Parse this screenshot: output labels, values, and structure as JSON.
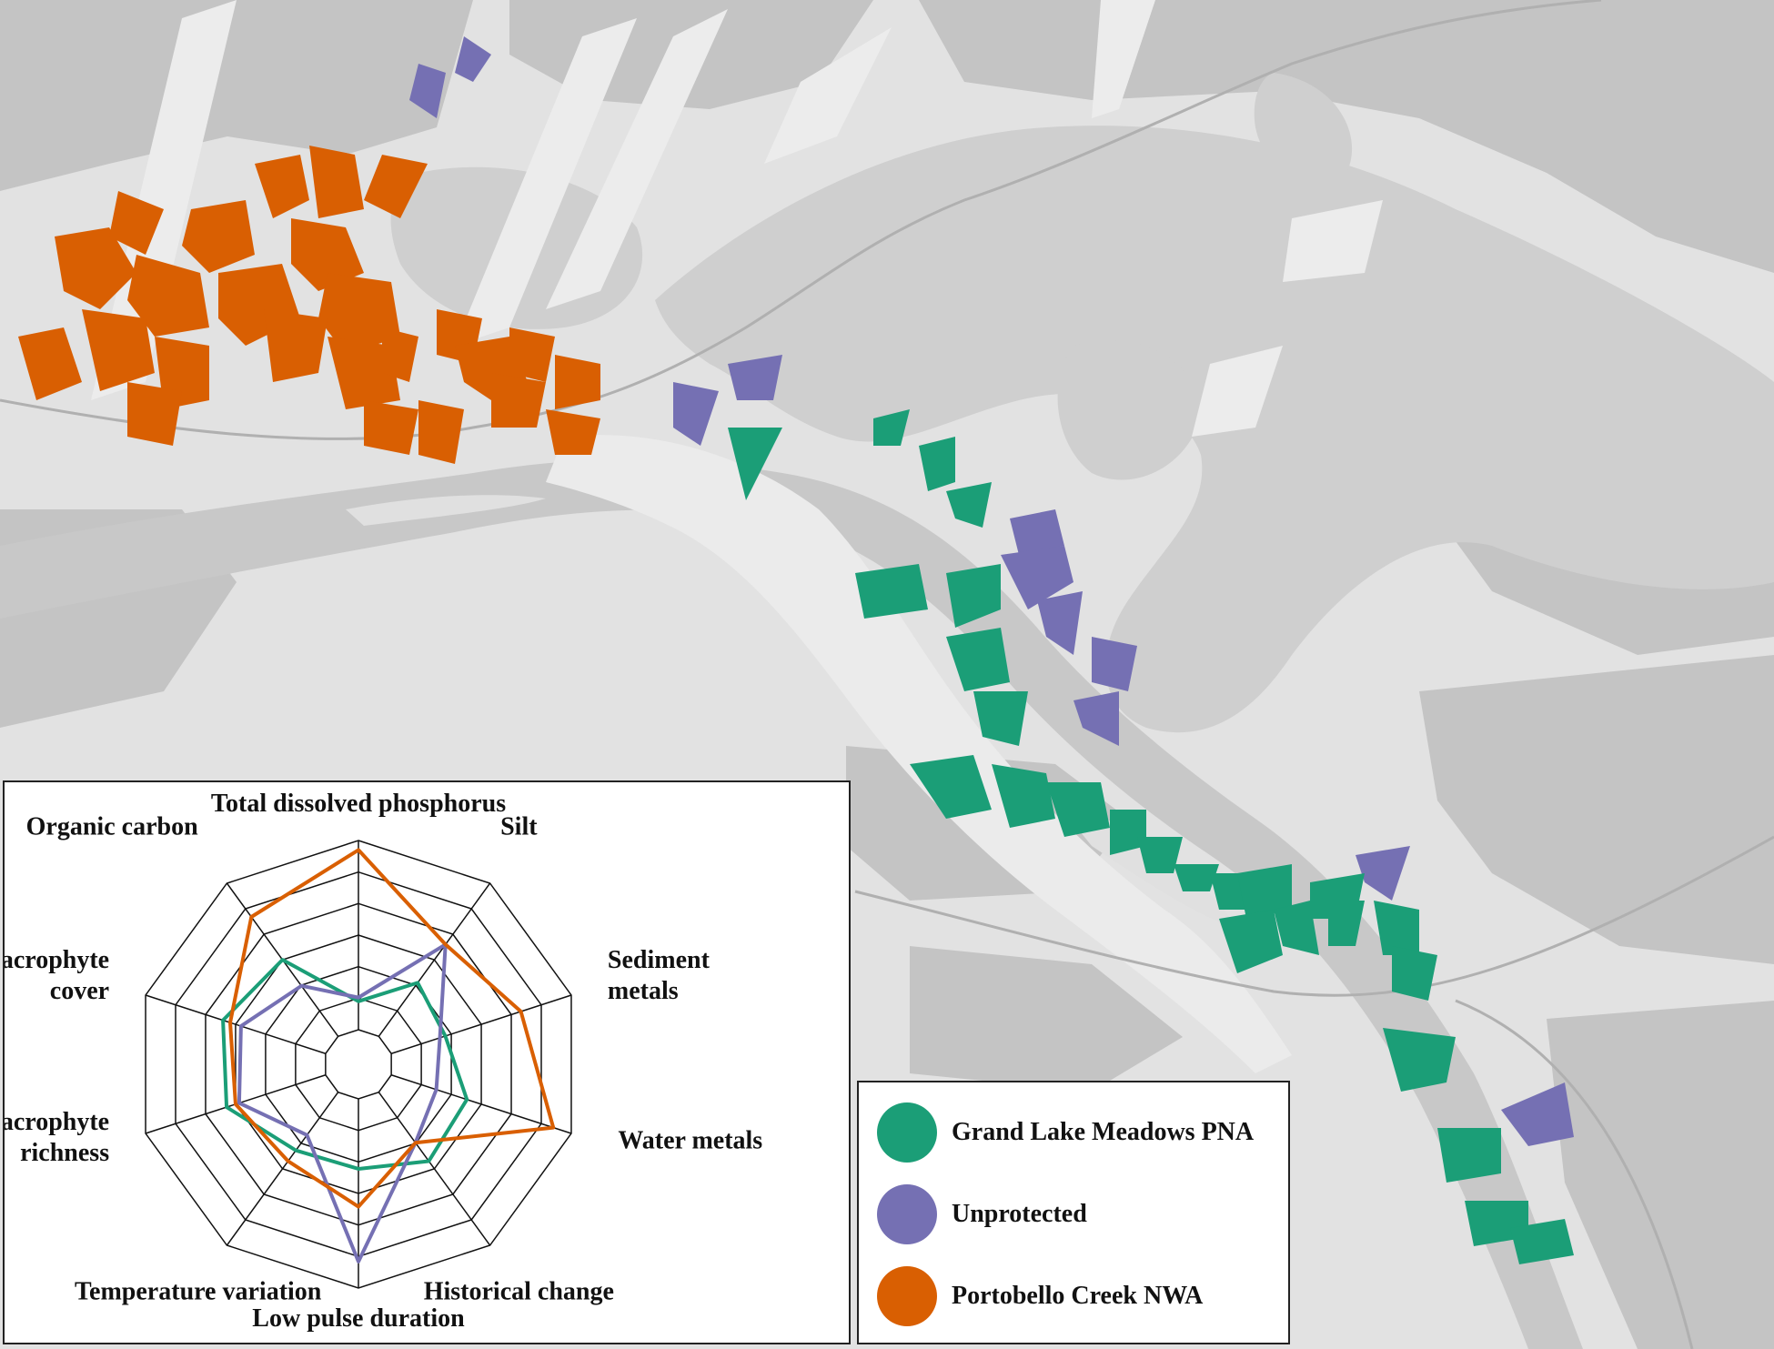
{
  "colors": {
    "grand_lake": "#1b9e77",
    "unprotected": "#7570b3",
    "portobello": "#d95f02",
    "water": "#cdcdcd",
    "land": "#e4e4e4",
    "forest": "#c2c2c2"
  },
  "legend": {
    "items": [
      {
        "label": "Grand Lake Meadows PNA",
        "color": "#1b9e77"
      },
      {
        "label": "Unprotected",
        "color": "#7570b3"
      },
      {
        "label": "Portobello Creek NWA",
        "color": "#d95f02"
      }
    ]
  },
  "chart_data": {
    "type": "radar",
    "axes": [
      "Total dissolved phosphorus",
      "Silt",
      "Sediment metals",
      "Water metals",
      "Historical change",
      "Low pulse duration",
      "Temperature variation",
      "Macrophyte richness",
      "Macrophyte cover",
      "Organic carbon"
    ],
    "axis_label_lines": [
      [
        "Total dissolved phosphorus"
      ],
      [
        "Silt"
      ],
      [
        "Sediment",
        "metals"
      ],
      [
        "Water metals"
      ],
      [
        "Historical change"
      ],
      [
        "Low pulse duration"
      ],
      [
        "Temperature variation"
      ],
      [
        "Macrophyte",
        "richness"
      ],
      [
        "Macrophyte",
        "cover"
      ],
      [
        "Organic carbon"
      ]
    ],
    "rings": 6,
    "range": [
      0,
      1
    ],
    "grid": true,
    "series": [
      {
        "name": "Grand Lake Meadows PNA",
        "color": "#1b9e77",
        "values": [
          0.15,
          0.35,
          0.3,
          0.42,
          0.45,
          0.37,
          0.38,
          0.55,
          0.57,
          0.5
        ]
      },
      {
        "name": "Unprotected",
        "color": "#7570b3",
        "values": [
          0.17,
          0.6,
          0.27,
          0.25,
          0.33,
          0.86,
          0.28,
          0.48,
          0.47,
          0.33
        ]
      },
      {
        "name": "Portobello Creek NWA",
        "color": "#d95f02",
        "values": [
          0.95,
          0.6,
          0.72,
          0.9,
          0.33,
          0.57,
          0.45,
          0.5,
          0.53,
          0.78
        ]
      }
    ]
  }
}
